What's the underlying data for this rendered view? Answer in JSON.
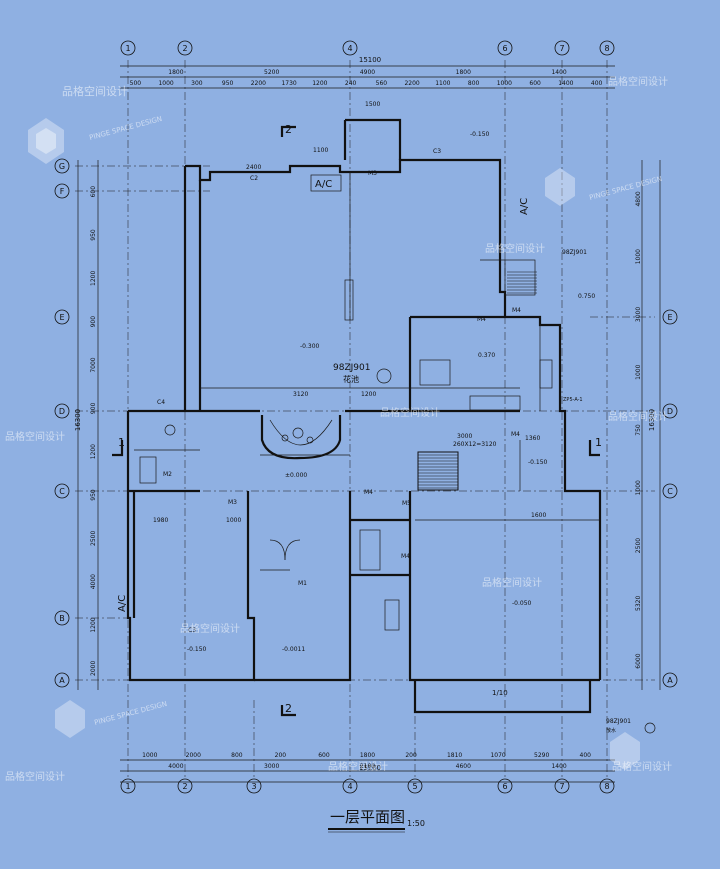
{
  "drawing": {
    "title": "一层平面图",
    "scale": "1:50"
  },
  "axes": {
    "top_labels": [
      "1",
      "2",
      "4",
      "6",
      "7",
      "8"
    ],
    "bottom_labels": [
      "1",
      "2",
      "3",
      "4",
      "5",
      "6",
      "7",
      "8"
    ],
    "left_labels": [
      "G",
      "F",
      "E",
      "D",
      "C",
      "B",
      "A"
    ],
    "right_labels": [
      "E",
      "D",
      "C",
      "A"
    ]
  },
  "dimensions": {
    "top_total": "15100",
    "top_row1": [
      "1800",
      "5200",
      "4900",
      "1800",
      "1400"
    ],
    "top_row2": [
      "500",
      "1000",
      "300",
      "950",
      "2200",
      "1730",
      "1200",
      "240",
      "560",
      "2200",
      "1100",
      "800",
      "1000",
      "600",
      "1400",
      "400"
    ],
    "bottom_total": "15100",
    "bottom_row1": [
      "1000",
      "2000",
      "800",
      "200",
      "600",
      "1800",
      "200",
      "1810",
      "1070",
      "5290",
      "400"
    ],
    "bottom_row2": [
      "4000",
      "3000",
      "2100",
      "4600",
      "1400"
    ],
    "left_total": "16300",
    "left_row": [
      "600",
      "950",
      "1200",
      "900",
      "7000",
      "900",
      "1200",
      "950",
      "2500",
      "4000",
      "1200",
      "2000"
    ],
    "right_total": "16300",
    "right_row": [
      "4800",
      "1000",
      "3000",
      "1000",
      "750",
      "1000",
      "2500",
      "5320",
      "6000"
    ]
  },
  "labels": {
    "ac1": "A/C",
    "ac2": "A/C",
    "ac3": "A/C",
    "ref1": "98ZJ901",
    "ref1_sub": "花池",
    "ref2": "98ZJ901",
    "ref3": "98ZJ901",
    "ref3_sub": "散水",
    "m1": "M1",
    "m2": "M2",
    "m3a": "M3",
    "m3b": "M3",
    "m4a": "M4",
    "m4b": "M4",
    "m4c": "M4",
    "m4d": "M4",
    "m4e": "M4",
    "m5": "M5",
    "c2": "C2",
    "c3": "C3",
    "c4": "C4",
    "stair": "260X12=3120",
    "step": "3000",
    "zp": "ZP5-A-1",
    "lv1": "±0.000",
    "lv2": "-0.150",
    "lv3": "-0.300",
    "lv4": "0.370",
    "lv5": "-0.050",
    "lv6": "-0.0011",
    "lv7": "0.750",
    "slope": "1/10",
    "sec": "2",
    "sec2": "1",
    "dim1500": "1500",
    "dim1600": "1600",
    "dim1360": "1360",
    "dim3120": "3120",
    "dim2400": "2400",
    "dim1980": "1980",
    "dim1000": "1000",
    "dim1100": "1100",
    "dim1200": "1200"
  },
  "watermark": {
    "brand_cn": "品格空间设计",
    "brand_en": "PINGE SPACE DESIGN"
  }
}
